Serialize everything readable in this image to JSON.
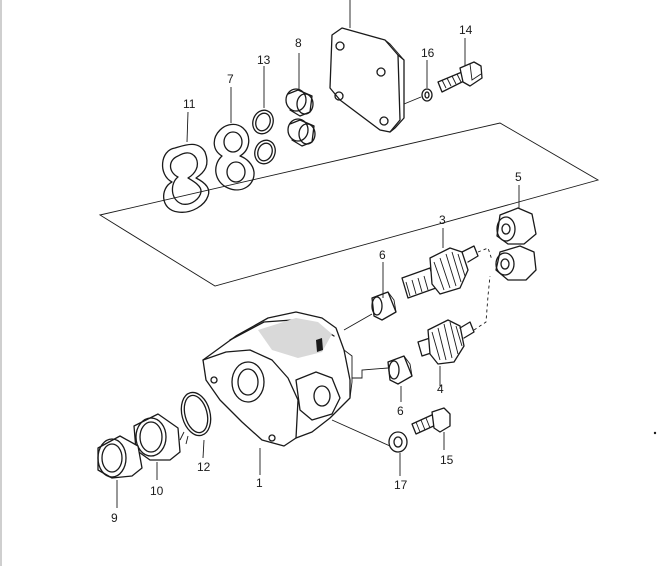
{
  "diagram": {
    "parts": [
      {
        "number": "1"
      },
      {
        "number": "3"
      },
      {
        "number": "4"
      },
      {
        "number": "5"
      },
      {
        "number": "6"
      },
      {
        "number": "6"
      },
      {
        "number": "7"
      },
      {
        "number": "8"
      },
      {
        "number": "9"
      },
      {
        "number": "10"
      },
      {
        "number": "11"
      },
      {
        "number": "12"
      },
      {
        "number": "13"
      },
      {
        "number": "14"
      },
      {
        "number": "15"
      },
      {
        "number": "16"
      },
      {
        "number": "17"
      }
    ]
  }
}
